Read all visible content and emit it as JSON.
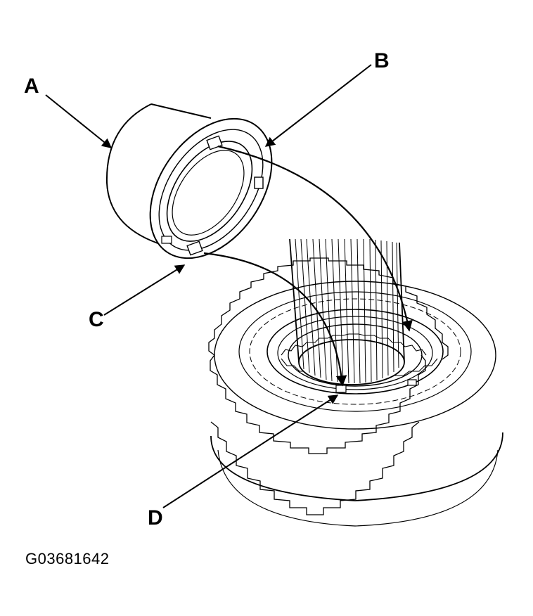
{
  "labels": {
    "a": "A",
    "b": "B",
    "c": "C",
    "d": "D"
  },
  "figure_id": "G03681642",
  "colors": {
    "ink": "#000000",
    "paper": "#ffffff"
  }
}
